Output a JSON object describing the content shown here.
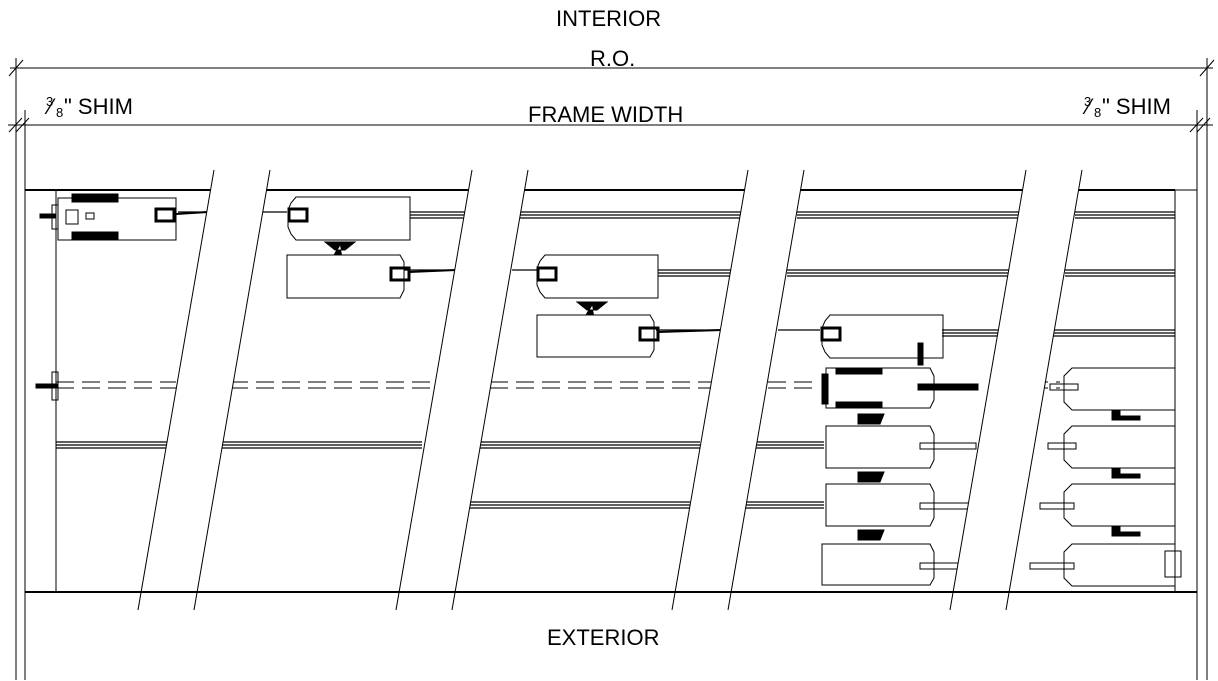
{
  "labels": {
    "interior": "INTERIOR",
    "ro": "R.O.",
    "frame_width": "FRAME WIDTH",
    "exterior": "EXTERIOR",
    "shim_left": {
      "numerator": "3",
      "denominator": "8",
      "text": "\" SHIM"
    },
    "shim_right": {
      "numerator": "3",
      "denominator": "8",
      "text": "\" SHIM"
    }
  },
  "colors": {
    "line": "#000000",
    "background": "#ffffff"
  }
}
